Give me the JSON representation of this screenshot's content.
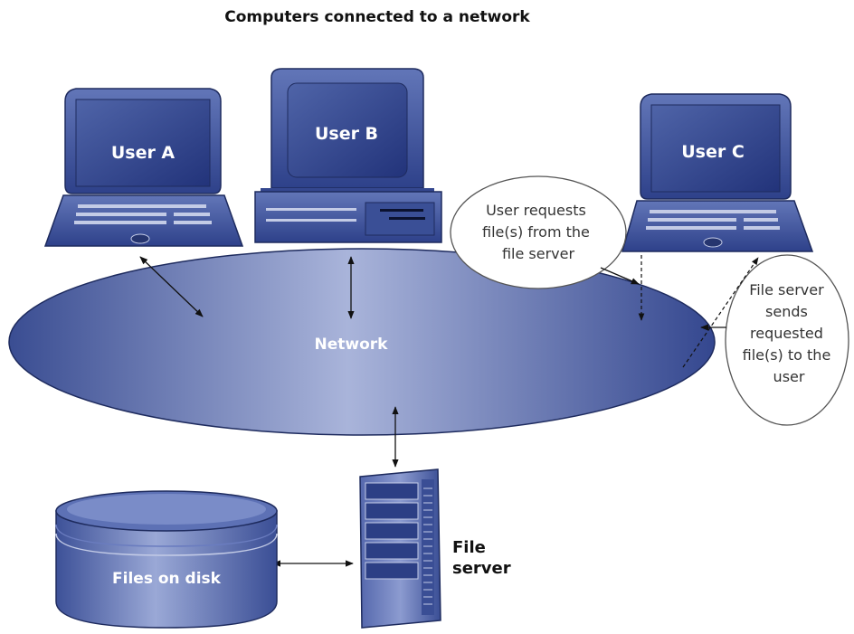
{
  "title": "Computers connected to a network",
  "devices": {
    "user_a": "User A",
    "user_b": "User B",
    "user_c": "User C"
  },
  "network_label": "Network",
  "callout_request": [
    "User requests",
    "file(s) from the",
    "file server"
  ],
  "callout_send": [
    "File server",
    "sends",
    "requested",
    "file(s) to the",
    "user"
  ],
  "disk_label": "Files on disk",
  "server_label": [
    "File",
    "server"
  ],
  "colors": {
    "device_blue": "#3a4f96",
    "device_dark": "#26356f",
    "screen_blue": "#2c4187",
    "network_light": "#a7b2d8",
    "network_dark": "#34478f",
    "text": "#111111"
  }
}
